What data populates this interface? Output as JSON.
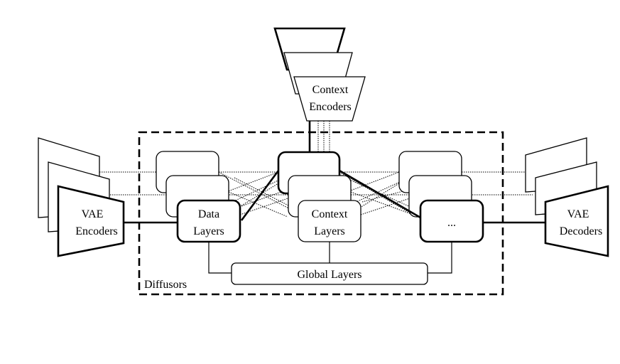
{
  "labels": {
    "context_encoders_l1": "Context",
    "context_encoders_l2": "Encoders",
    "vae_encoders_l1": "VAE",
    "vae_encoders_l2": "Encoders",
    "vae_decoders_l1": "VAE",
    "vae_decoders_l2": "Decoders",
    "data_layers_l1": "Data",
    "data_layers_l2": "Layers",
    "context_layers_l1": "Context",
    "context_layers_l2": "Layers",
    "ellipsis_layers": "...",
    "global_layers": "Global Layers",
    "diffusors": "Diffusors"
  },
  "colors": {
    "stroke": "#000000",
    "background": "#ffffff"
  }
}
